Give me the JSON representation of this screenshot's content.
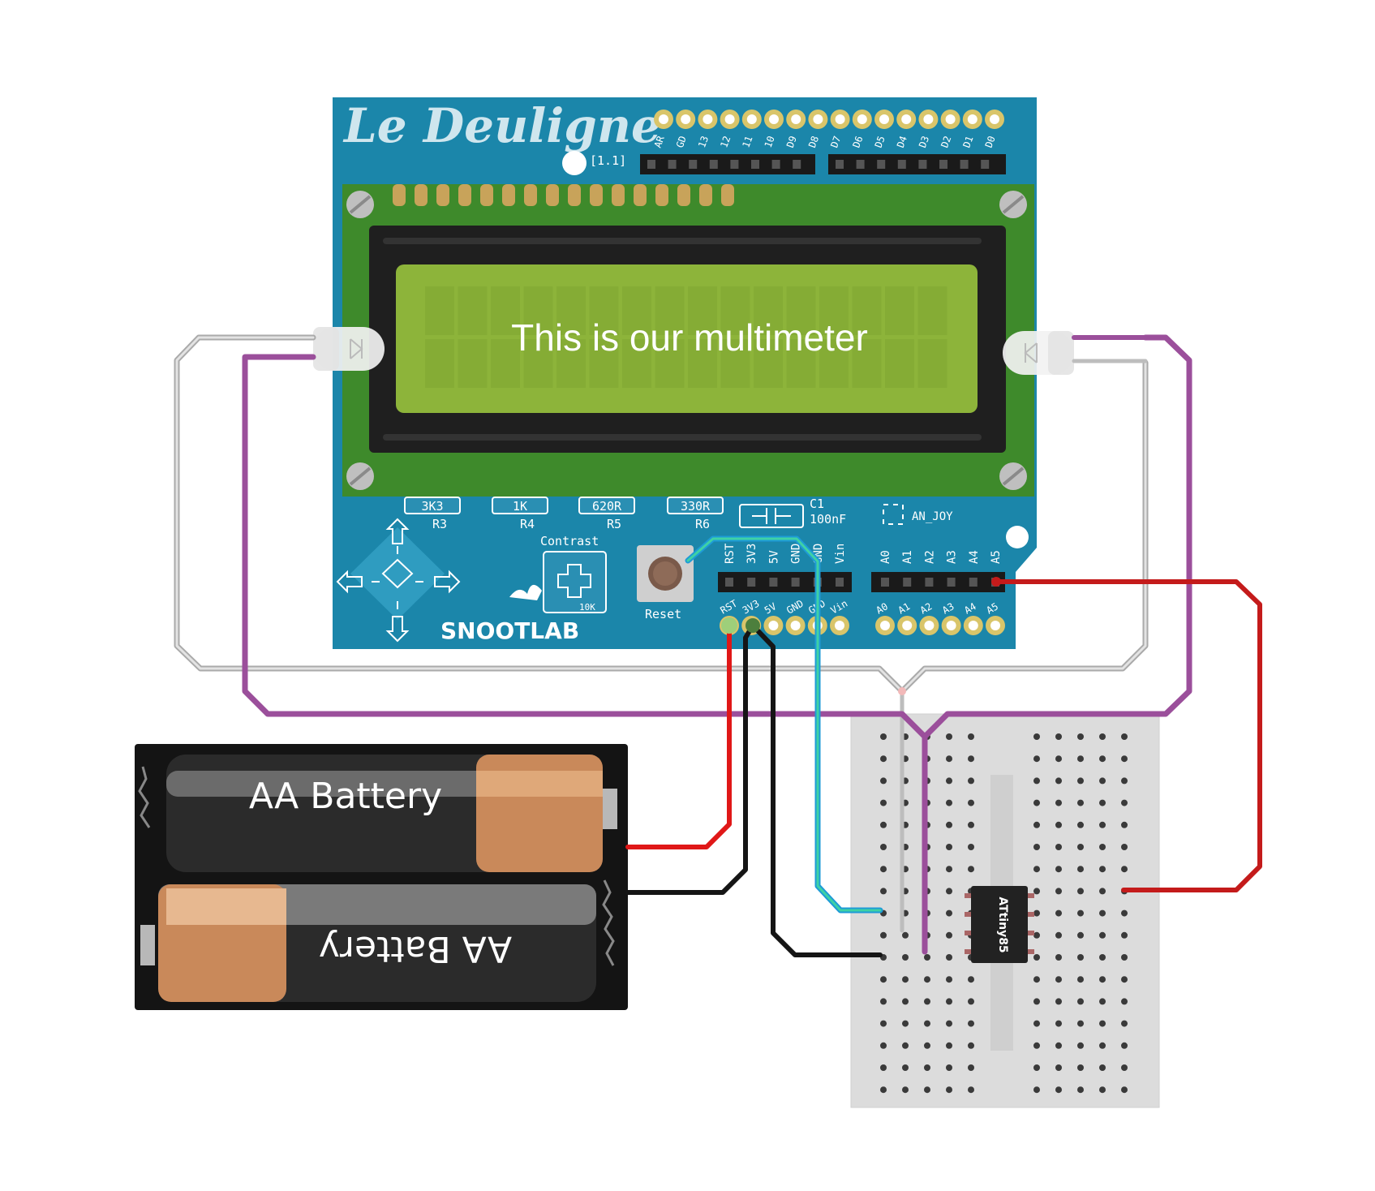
{
  "shield": {
    "brand": "Le Deuligne",
    "version": "[1.1]",
    "maker_logo": "SNOOTLAB",
    "top_header_labels": [
      "AR",
      "GD",
      "13",
      "12",
      "11",
      "10",
      "D9",
      "D8",
      "D7",
      "D6",
      "D5",
      "D4",
      "D3",
      "D2",
      "D1",
      "D0"
    ],
    "resistors": [
      {
        "value": "3K3",
        "ref": "R3"
      },
      {
        "value": "1K",
        "ref": "R4"
      },
      {
        "value": "620R",
        "ref": "R5"
      },
      {
        "value": "330R",
        "ref": "R6"
      }
    ],
    "capacitor": {
      "ref": "C1",
      "value": "100nF"
    },
    "joystick_label": "AN_JOY",
    "contrast_label": "Contrast",
    "pot_value": "10K",
    "reset_label": "Reset",
    "power_header_labels": [
      "RST",
      "3V3",
      "5V",
      "GND",
      "GND",
      "Vin"
    ],
    "analog_header_labels": [
      "A0",
      "A1",
      "A2",
      "A3",
      "A4",
      "A5"
    ]
  },
  "lcd": {
    "text": "This is our multimeter",
    "backlight_color": "#8db43a",
    "bezel_color": "#1f1f1f"
  },
  "battery": {
    "cells": [
      "AA Battery",
      "AA Battery"
    ]
  },
  "breadboard": {
    "chip_label": "ATtiny85"
  },
  "wire_colors": {
    "red": "#d9151a",
    "black": "#1a1a1a",
    "grey": "#c9c9c9",
    "purple": "#9b4f9b",
    "teal": "#2fb4b4"
  },
  "pcb_color": "#1b86aa"
}
